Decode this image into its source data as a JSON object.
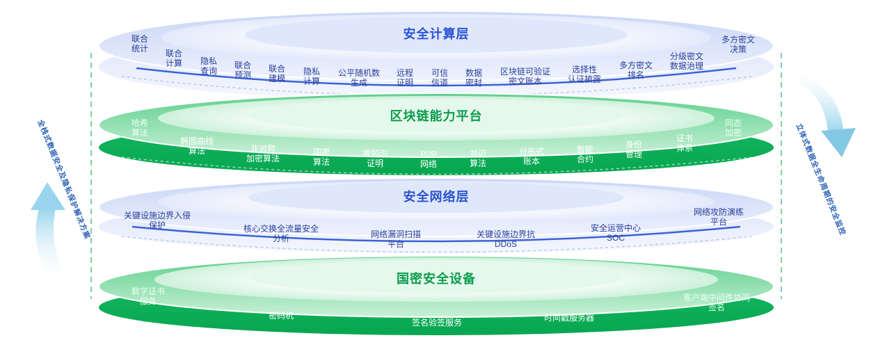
{
  "layers": [
    {
      "title": "安全计算层",
      "items": [
        "联合\n统计",
        "联合\n计算",
        "隐私\n查询",
        "联合\n预测",
        "联合\n建模",
        "隐私\n计算",
        "公平随机数\n生成",
        "远程\n证明",
        "可信\n信道",
        "数据\n密封",
        "区块链可验证\n密文账本",
        "选择性\n认证披露",
        "多方密文\n排名",
        "分级密文\n数据治理",
        "多方密文\n决策"
      ]
    },
    {
      "title": "区块链能力平台",
      "items": [
        "哈希\n算法",
        "椭圆曲线\n算法",
        "非对称\n加密算法",
        "国密\n算法",
        "零知识\n证明",
        "P2P\n网络",
        "共识\n算法",
        "分布式\n账本",
        "智能\n合约",
        "身份\n管理",
        "证书\n体系",
        "同态\n加密"
      ]
    },
    {
      "title": "安全网络层",
      "items": [
        "关键设施边界入侵\n保护",
        "核心交换全流量安全\n分析",
        "网络漏洞扫描\n平台",
        "关键设施边界抗\nDDoS",
        "安全运营中心\nSOC",
        "网络攻防演练\n平台"
      ]
    },
    {
      "title": "国密安全设备",
      "items": [
        "数字证书\n服务",
        "密码机",
        "签名验签服务",
        "时间戳服务器",
        "客户端中间件协同\n签名"
      ]
    }
  ],
  "side_left": "全栈式数据安全及隐私保护解决方案",
  "side_right": "立体式数据全生命周期的安全监控",
  "colors": {
    "blue_dark": "#2b54d1",
    "blue_light": "#e4ebfb",
    "green_dark": "#0fb65a",
    "green_light": "#e3f7ea",
    "blue_text": "#2a3f9a",
    "arrow": "#7fc8e2"
  }
}
